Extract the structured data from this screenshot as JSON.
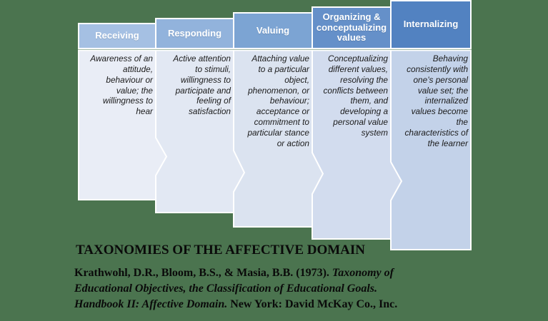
{
  "canvas": {
    "background_color": "#4b744f",
    "shape_border_color": "#ffffff",
    "body_text_color": "#1b1b1b",
    "header_text_color": "#ffffff"
  },
  "columns": [
    {
      "header": "Receiving",
      "body": "Awareness of an attitude, behaviour or value; the willingness to hear",
      "header_color": "#a5c0e3",
      "body_color": "#e9edf6"
    },
    {
      "header": "Responding",
      "body": "Active attention to stimuli, willingness to participate and feeling of satisfaction",
      "header_color": "#92b3dc",
      "body_color": "#e2e8f3"
    },
    {
      "header": "Valuing",
      "body": "Attaching value to a particular object, phenomenon, or behaviour; acceptance or commitment to particular stance or action",
      "header_color": "#7ca4d3",
      "body_color": "#dbe3f0"
    },
    {
      "header": "Organizing & conceptualizing values",
      "body": "Conceptualizing different values, resolving the conflicts between them, and developing a personal value system",
      "header_color": "#6590c9",
      "body_color": "#d2dcee"
    },
    {
      "header": "Internalizing",
      "body": "Behaving consistently with one’s personal value set; the internalized values become the characteristics of the learner",
      "header_color": "#5282c1",
      "body_color": "#c3d2e9"
    }
  ],
  "title": "TAXONOMIES OF THE AFFECTIVE DOMAIN",
  "citation": {
    "line1_roman": "Krathwohl, D.R., Bloom, B.S., & Masia, B.B. (1973). ",
    "line1_italic": "Taxonomy of",
    "line2_italic": "Educational Objectives, the Classification of Educational Goals.",
    "line3_italic": "Handbook II: Affective Domain.",
    "line3_roman": " New York: David McKay Co., Inc."
  }
}
